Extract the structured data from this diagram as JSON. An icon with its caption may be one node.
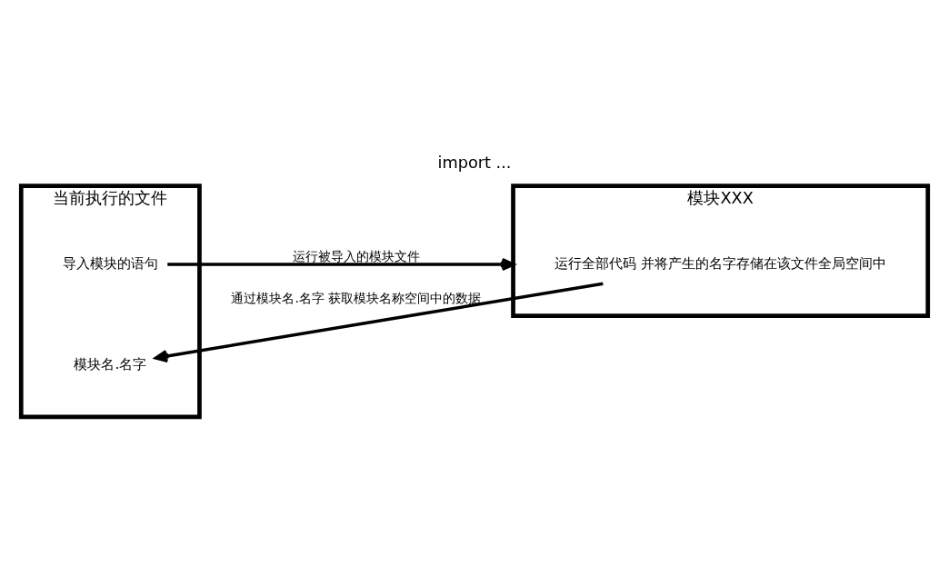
{
  "diagram": {
    "title": "import ...",
    "nodes": [
      {
        "text": [
          "当前执行的文件"
        ]
      },
      {
        "text": [
          "导入模块的语句"
        ],
        "in": 0
      },
      {
        "text": [
          "模块名.名字"
        ],
        "in": 0
      },
      {
        "text": [
          "模块XXX"
        ]
      },
      {
        "text": [
          "运行全部代码 并将产生的名字存储在该文件全局空间中"
        ],
        "in": 3
      }
    ],
    "edges": [
      {
        "from": 1,
        "to": 3,
        "arrow": "to",
        "label": "运行被导入的模块文件"
      },
      {
        "from": 4,
        "to": 2,
        "arrow": "to",
        "label": "通过模块名.名字 获取模块名称空间中的数据"
      }
    ]
  }
}
